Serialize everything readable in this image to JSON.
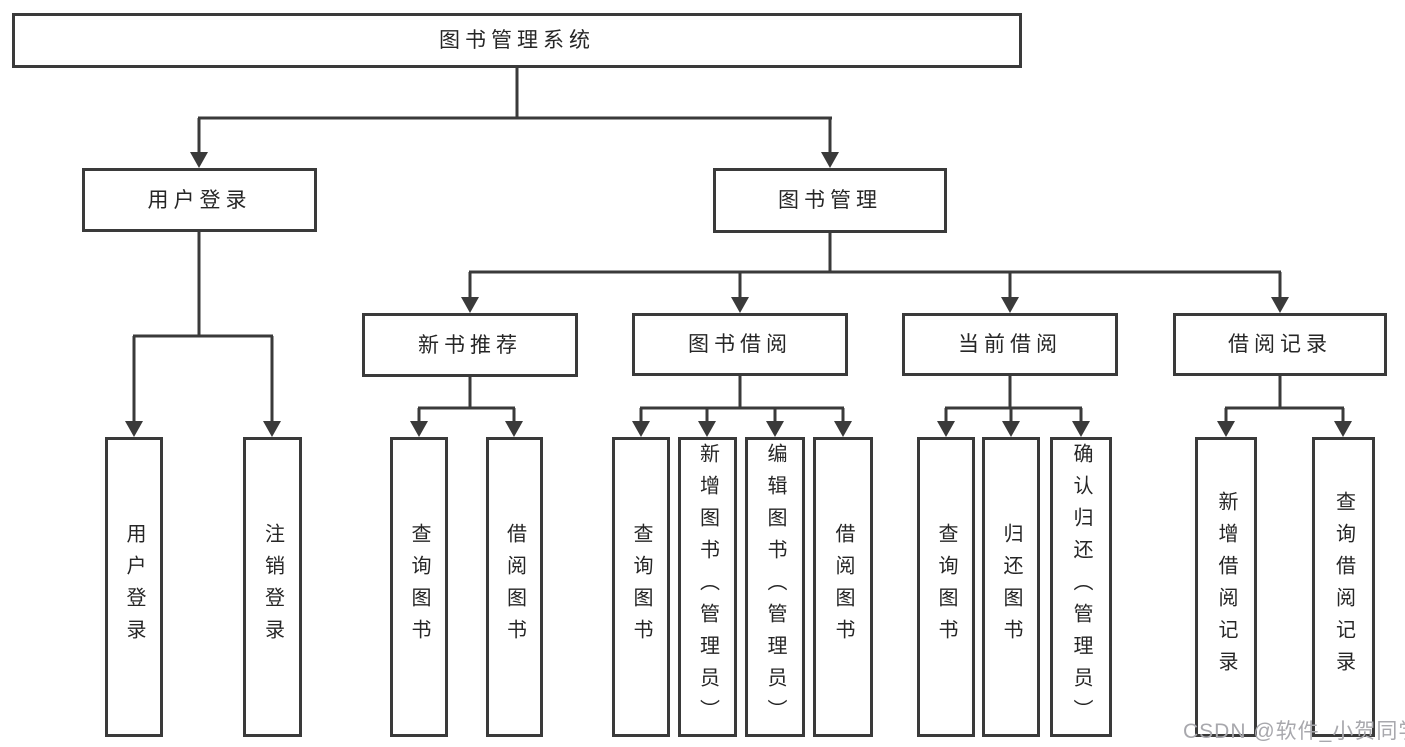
{
  "diagram": {
    "root": "图书管理系统",
    "branches": [
      {
        "label": "用户登录",
        "leaves": [
          "用户登录",
          "注销登录"
        ]
      },
      {
        "label": "图书管理",
        "children": [
          {
            "label": "新书推荐",
            "leaves": [
              "查询图书",
              "借阅图书"
            ]
          },
          {
            "label": "图书借阅",
            "leaves": [
              "查询图书",
              "新增图书（管理员）",
              "编辑图书（管理员）",
              "借阅图书"
            ]
          },
          {
            "label": "当前借阅",
            "leaves": [
              "查询图书",
              "归还图书",
              "确认归还（管理员）"
            ]
          },
          {
            "label": "借阅记录",
            "leaves": [
              "新增借阅记录",
              "查询借阅记录"
            ]
          }
        ]
      }
    ]
  },
  "watermark": "CSDN @软件_小贺同学",
  "colors": {
    "line": "#3a3a3a",
    "text": "#262626",
    "watermark": "#a8a8ad",
    "background": "#ffffff"
  }
}
